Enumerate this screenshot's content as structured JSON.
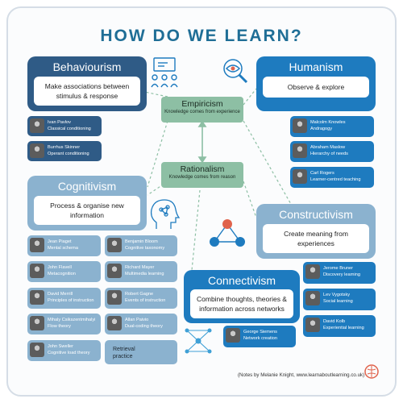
{
  "title": "HOW DO WE LEARN?",
  "credit": "(Notes by Melanie Knight, www.learnaboutlearning.co.uk)",
  "colors": {
    "dark": "#2f5b86",
    "blue": "#1e7bbf",
    "pale": "#8bb2cf",
    "teal": "#2f8fc2",
    "green": "#8dbfa4"
  },
  "schools": {
    "behaviourism": {
      "name": "Behaviourism",
      "desc": "Make associations between stimulus & response"
    },
    "humanism": {
      "name": "Humanism",
      "desc": "Observe & explore"
    },
    "cognitivism": {
      "name": "Cognitivism",
      "desc": "Process & organise new information"
    },
    "constructivism": {
      "name": "Constructivism",
      "desc": "Create meaning from experiences"
    },
    "connectivism": {
      "name": "Connectivism",
      "desc": "Combine thoughts, theories & information across networks"
    }
  },
  "empiricism": {
    "name": "Empiricism",
    "sub": "Knowledge comes from experience"
  },
  "rationalism": {
    "name": "Rationalism",
    "sub": "Knowledge comes from reason"
  },
  "behaviourism_theorists": [
    {
      "name": "Ivan Pavlov",
      "theory": "Classical conditioning"
    },
    {
      "name": "Burrhus Skinner",
      "theory": "Operant conditioning"
    }
  ],
  "humanism_theorists": [
    {
      "name": "Malcolm Knowles",
      "theory": "Andragogy"
    },
    {
      "name": "Abraham Maslow",
      "theory": "Hierarchy of needs"
    },
    {
      "name": "Carl Rogers",
      "theory": "Learner-centred teaching"
    }
  ],
  "cognitivism_theorists": [
    {
      "name": "Jean Piaget",
      "theory": "Mental schema"
    },
    {
      "name": "Benjamin Bloom",
      "theory": "Cognitive taxonomy"
    },
    {
      "name": "John Flavell",
      "theory": "Metacognition"
    },
    {
      "name": "Richard Mayer",
      "theory": "Multimedia learning"
    },
    {
      "name": "David Merrill",
      "theory": "Principles of instruction"
    },
    {
      "name": "Robert Gagne",
      "theory": "Events of instruction"
    },
    {
      "name": "Mihaly Csikszentmihalyi",
      "theory": "Flow theory"
    },
    {
      "name": "Allan Paivio",
      "theory": "Dual-coding theory"
    },
    {
      "name": "John Sweller",
      "theory": "Cognitive load theory"
    },
    {
      "name": "",
      "theory": "Retrieval practice"
    }
  ],
  "constructivism_theorists": [
    {
      "name": "Jerome Bruner",
      "theory": "Discovery learning"
    },
    {
      "name": "Lev Vygotsky",
      "theory": "Social learning"
    },
    {
      "name": "David Kolb",
      "theory": "Experiential learning"
    }
  ],
  "connectivism_theorists": [
    {
      "name": "George Siemens",
      "theory": "Network creation"
    }
  ]
}
